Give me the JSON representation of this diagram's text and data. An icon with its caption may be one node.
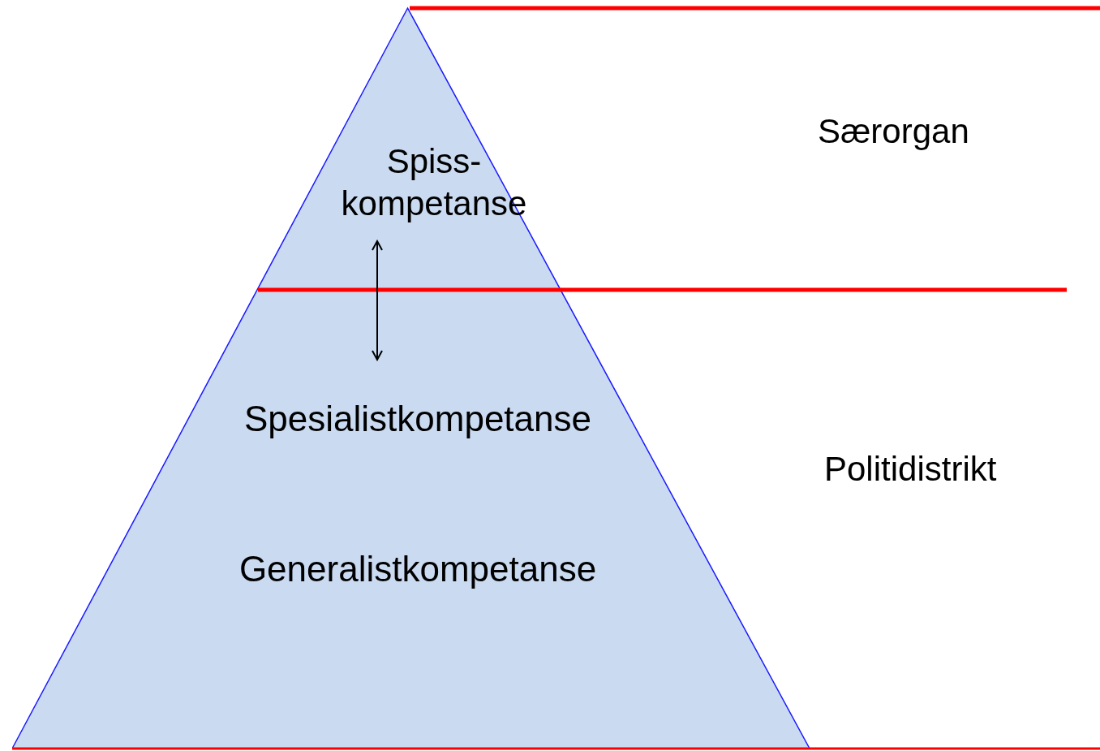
{
  "diagram": {
    "nodes": [
      {
        "text": [],
        "shape": "triangle"
      },
      {
        "text": [
          "Spiss- kompetanse"
        ],
        "in": 0
      },
      {
        "text": [
          "Spesialistkompetanse"
        ],
        "in": 0
      },
      {
        "text": [
          "Generalistkompetanse"
        ],
        "in": 0
      }
    ],
    "edges": [
      {
        "from": 1,
        "to": 2,
        "arrow": "both"
      }
    ],
    "labels": [
      "Særorgan",
      "Politidistrikt"
    ]
  }
}
